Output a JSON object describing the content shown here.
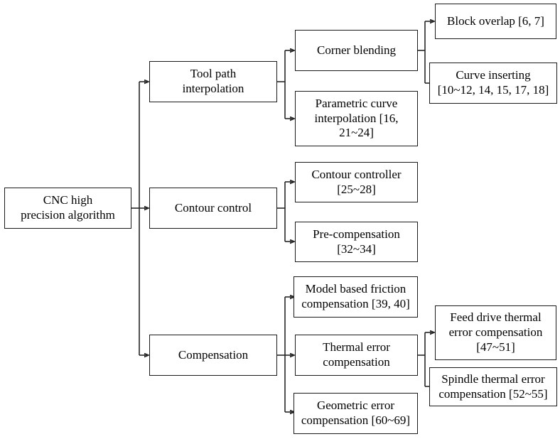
{
  "diagram": {
    "title": "CNC high precision algorithm classification tree",
    "type": "tree-diagram",
    "background_color": "#ffffff",
    "line_color": "#262626",
    "box_border_color": "#1a1a1a",
    "text_color": "#000000"
  },
  "root": {
    "label": "CNC high\nprecision algorithm"
  },
  "branches": [
    {
      "label": "Tool path\ninterpolation",
      "children": [
        {
          "label": "Corner blending",
          "children": [
            {
              "label": "Block overlap [6, 7]"
            },
            {
              "label": "Curve inserting\n[10~12, 14, 15, 17, 18]"
            }
          ]
        },
        {
          "label": "Parametric curve\ninterpolation [16,\n21~24]",
          "children": []
        }
      ]
    },
    {
      "label": "Contour control",
      "children": [
        {
          "label": "Contour controller\n[25~28]",
          "children": []
        },
        {
          "label": "Pre-compensation\n[32~34]",
          "children": []
        }
      ]
    },
    {
      "label": "Compensation",
      "children": [
        {
          "label": "Model based friction\ncompensation [39, 40]",
          "children": []
        },
        {
          "label": "Thermal error\ncompensation",
          "children": [
            {
              "label": "Feed drive thermal\nerror compensation\n[47~51]"
            },
            {
              "label": "Spindle thermal error\ncompensation [52~55]"
            }
          ]
        },
        {
          "label": "Geometric error\ncompensation [60~69]",
          "children": []
        }
      ]
    }
  ]
}
